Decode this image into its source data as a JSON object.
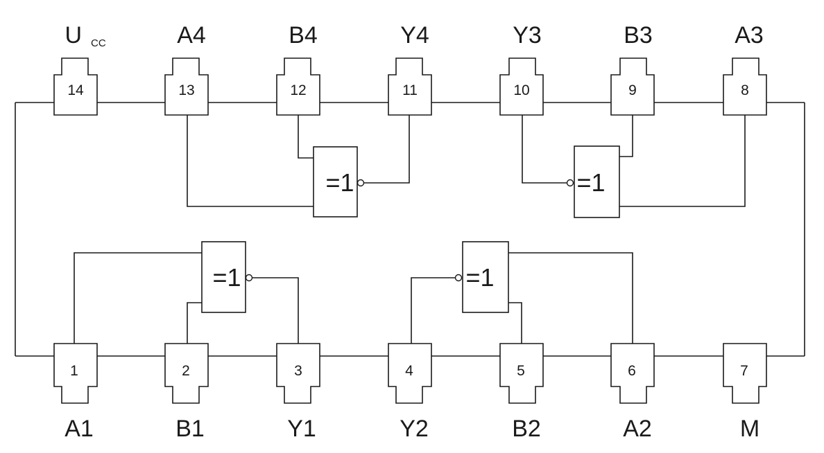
{
  "top_pins": [
    {
      "number": "14",
      "label": "U",
      "sub": "CC"
    },
    {
      "number": "13",
      "label": "A4"
    },
    {
      "number": "12",
      "label": "B4"
    },
    {
      "number": "11",
      "label": "Y4"
    },
    {
      "number": "10",
      "label": "Y3"
    },
    {
      "number": "9",
      "label": "B3"
    },
    {
      "number": "8",
      "label": "A3"
    }
  ],
  "bottom_pins": [
    {
      "number": "1",
      "label": "A1"
    },
    {
      "number": "2",
      "label": "B1"
    },
    {
      "number": "3",
      "label": "Y1"
    },
    {
      "number": "4",
      "label": "Y2"
    },
    {
      "number": "5",
      "label": "B2"
    },
    {
      "number": "6",
      "label": "A2"
    },
    {
      "number": "7",
      "label": "M"
    }
  ],
  "gates": [
    {
      "id": "gate-4",
      "symbol": "=1"
    },
    {
      "id": "gate-3",
      "symbol": "=1"
    },
    {
      "id": "gate-1",
      "symbol": "=1"
    },
    {
      "id": "gate-2",
      "symbol": "=1"
    }
  ]
}
